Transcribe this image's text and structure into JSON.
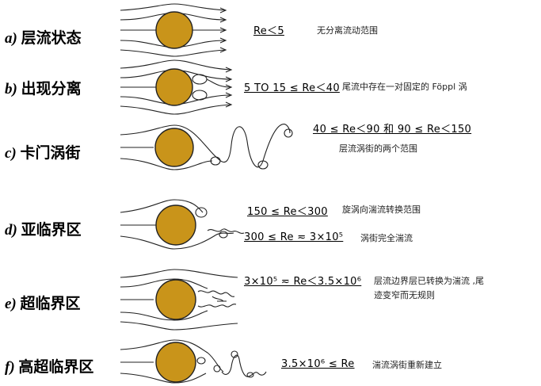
{
  "rows": [
    {
      "id": "a",
      "letter": "a)",
      "name": "层流状态",
      "formulas": [
        "Re＜5"
      ],
      "notes": [
        "无分离流动范围"
      ]
    },
    {
      "id": "b",
      "letter": "b)",
      "name": "出现分离",
      "formulas": [
        "5 TO 15 ≤ Re＜40"
      ],
      "notes": [
        "尾流中存在一对固定的 Föppl 涡"
      ]
    },
    {
      "id": "c",
      "letter": "c)",
      "name": "卡门涡街",
      "formulas": [
        "40 ≤ Re＜90 和 90 ≤ Re＜150"
      ],
      "notes": [
        "层流涡街的两个范围"
      ]
    },
    {
      "id": "d",
      "letter": "d)",
      "name": "亚临界区",
      "formulas": [
        "150 ≤ Re＜300",
        "300 ≤ Re ≂ 3×10⁵"
      ],
      "notes": [
        "旋涡向湍流转换范围",
        "涡街完全湍流"
      ]
    },
    {
      "id": "e",
      "letter": "e)",
      "name": "超临界区",
      "formulas": [
        "3×10⁵ ≂ Re＜3.5×10⁶"
      ],
      "notes": [
        "层流边界层已转换为湍流 ,尾",
        "迹变窄而无规则"
      ]
    },
    {
      "id": "f",
      "letter": "f)",
      "name": "高超临界区",
      "formulas": [
        "3.5×10⁶ ≤ Re"
      ],
      "notes": [
        "湍流涡街重新建立"
      ]
    }
  ],
  "colors": {
    "cylinder": "#C9941A",
    "lines": "#222222"
  }
}
